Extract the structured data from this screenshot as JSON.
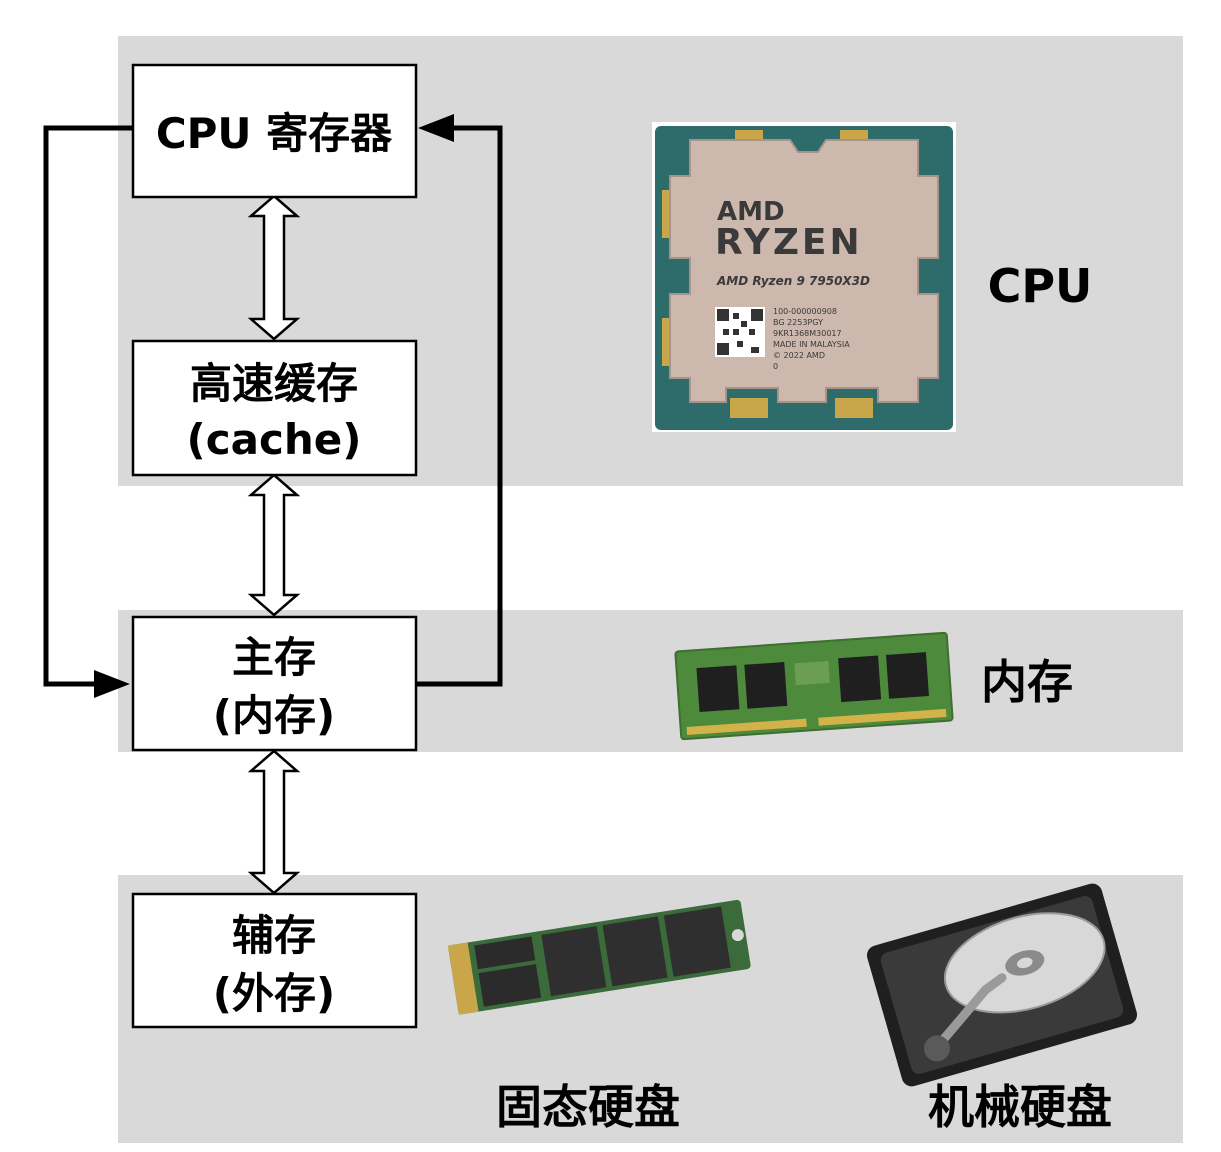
{
  "boxes": {
    "registers": "CPU 寄存器",
    "cache_line1": "高速缓存",
    "cache_line2": "(cache)",
    "main_line1": "主存",
    "main_line2": "(内存)",
    "aux_line1": "辅存",
    "aux_line2": "(外存)"
  },
  "side_labels": {
    "cpu": "CPU",
    "memory": "内存",
    "ssd": "固态硬盘",
    "hdd": "机械硬盘"
  },
  "cpu_chip": {
    "brand": "AMD",
    "series": "RYZEN",
    "model": "AMD Ryzen 9 7950X3D",
    "code_lines": [
      "100-000000908",
      "BG 2253PGY",
      "9KR1368M30017",
      "MADE IN MALAYSIA",
      "© 2022 AMD",
      "0"
    ]
  },
  "colors": {
    "band": "#d9d9d9",
    "box_stroke": "#000000",
    "pcb_green": "#4e8a3c",
    "chip_body": "#2e6b6b",
    "heatspreader": "#cdb8ae",
    "ssd_body": "#2f2f2f",
    "hdd_platter": "#d8d8d8"
  },
  "icons": [
    "cpu-chip-icon",
    "ram-stick-icon",
    "ssd-m2-icon",
    "hdd-icon"
  ]
}
